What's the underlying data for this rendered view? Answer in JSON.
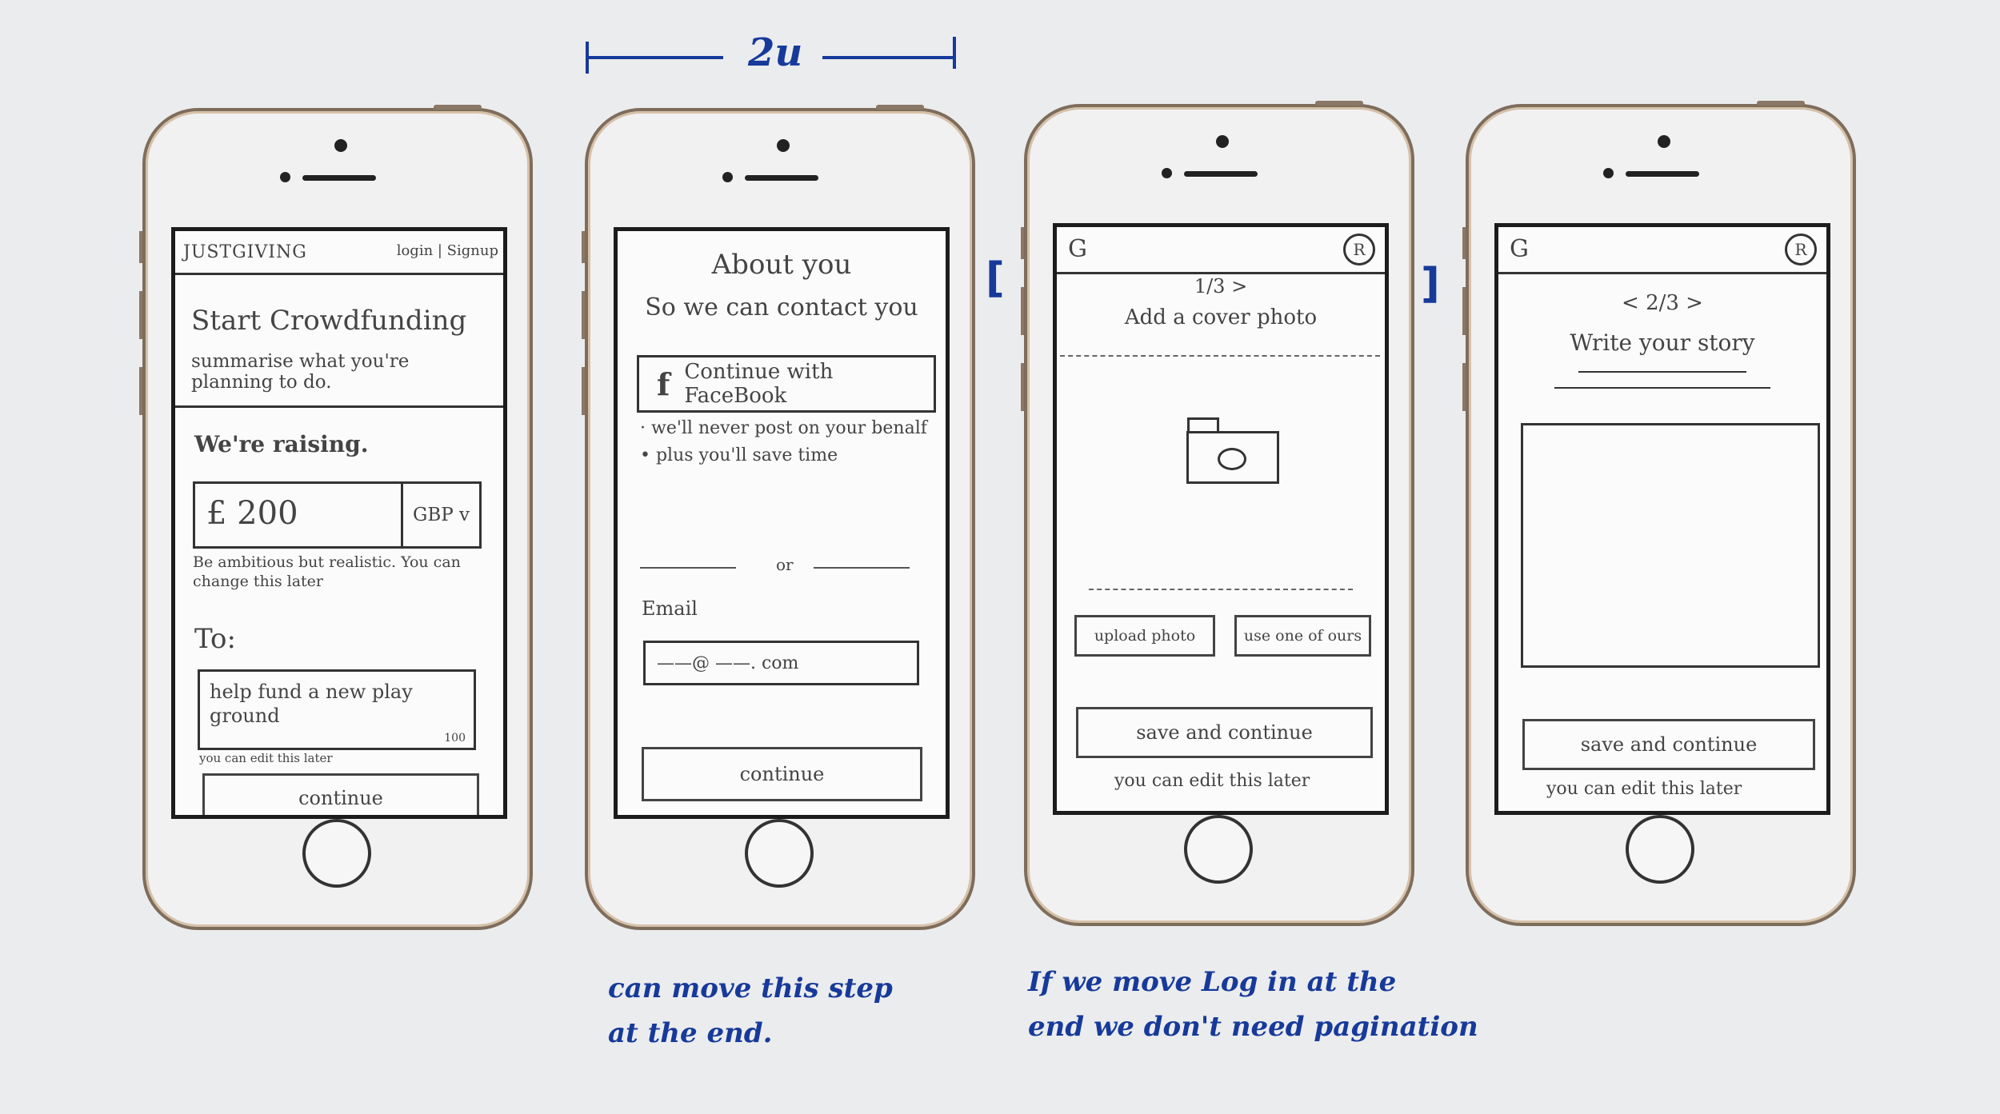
{
  "annotations": {
    "width_label": "2u",
    "note_step": [
      "can move this step",
      "at the end."
    ],
    "note_login": [
      "If we move Log in at the",
      "end we don't need pagination"
    ],
    "colors": {
      "ink": "#173a9a"
    }
  },
  "screen1": {
    "brand": "JUSTGIVING",
    "login_signup": "login | Signup",
    "title": "Start Crowdfunding",
    "summary": "summarise what you're planning to do.",
    "raising_label": "We're raising.",
    "amount": "£ 200",
    "currency": "GBP v",
    "amount_note": "Be ambitious but realistic. You can change this later",
    "to_label": "To:",
    "to_text": "help fund a new play ground",
    "char_count": "100",
    "edit_note": "you can edit this later",
    "continue": "continue"
  },
  "screen2": {
    "title": "About you",
    "subtitle": "So we can contact you",
    "fb_icon": "f",
    "fb_button": "Continue with FaceBook",
    "bullet1": "· we'll never post on your benalf",
    "bullet2": "• plus you'll save time",
    "or": "or",
    "email_label": "Email",
    "email_value": "——@ ——. com",
    "continue": "continue"
  },
  "screen3": {
    "logo": "G",
    "user_icon": "R",
    "step": "1/3 >",
    "title": "Add a cover photo",
    "upload": "upload photo",
    "use_ours": "use one of ours",
    "save": "save and continue",
    "edit_note": "you can edit this later"
  },
  "screen4": {
    "logo": "G",
    "user_icon": "R",
    "step": "< 2/3 >",
    "title": "Write your story",
    "save": "save and continue",
    "edit_note": "you can edit this later"
  }
}
